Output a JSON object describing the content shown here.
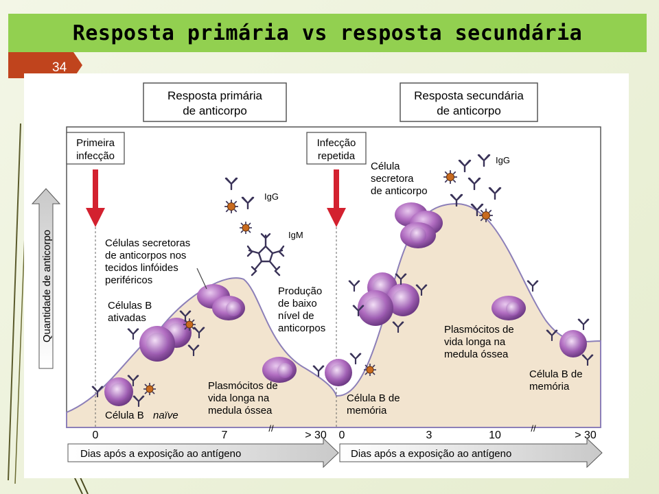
{
  "slide": {
    "title": "Resposta primária vs resposta secundária",
    "number": "34"
  },
  "figure": {
    "primary_header": [
      "Resposta primária",
      "de anticorpo"
    ],
    "secondary_header": [
      "Resposta secundária",
      "de anticorpo"
    ],
    "event_primary": [
      "Primeira",
      "infecção"
    ],
    "event_secondary": [
      "Infecção",
      "repetida"
    ],
    "y_axis_label": "Quantidade de anticorpo",
    "x_axis_label_left": "Dias após a exposição ao antígeno",
    "x_axis_label_right": "Dias após a exposição ao antígeno",
    "ticks_left": [
      "0",
      "7",
      "> 30"
    ],
    "ticks_right": [
      "0",
      "3",
      "10",
      "> 30"
    ],
    "labels": {
      "secretoras": [
        "Células secretoras",
        "de anticorpos nos",
        "tecidos linfóides",
        "periféricos"
      ],
      "ativadas": [
        "Células B",
        "ativadas"
      ],
      "naive_prefix": "Célula B",
      "naive_italic": "naïve",
      "plasmocitos_left": [
        "Plasmócitos de",
        "vida longa na",
        "medula óssea"
      ],
      "baixo": [
        "Produção",
        "de baixo",
        "nível de",
        "anticorpos"
      ],
      "memoria_left": [
        "Célula B de",
        "memória"
      ],
      "celula_secretora": [
        "Célula",
        "secretora",
        "de anticorpo"
      ],
      "plasmocitos_right": [
        "Plasmócitos de",
        "vida longa na",
        "medula óssea"
      ],
      "memoria_right": [
        "Célula B de",
        "memória"
      ],
      "igg_left": "IgG",
      "igm": "IgM",
      "igg_right": "IgG"
    },
    "colors": {
      "cell": "#b06cc0",
      "curve_fill": "#f2e4cf",
      "curve_line": "#8c7fb8",
      "arrow": "#d3212f",
      "antigen": "#c86a1e",
      "antibody": "#3a3358"
    }
  }
}
